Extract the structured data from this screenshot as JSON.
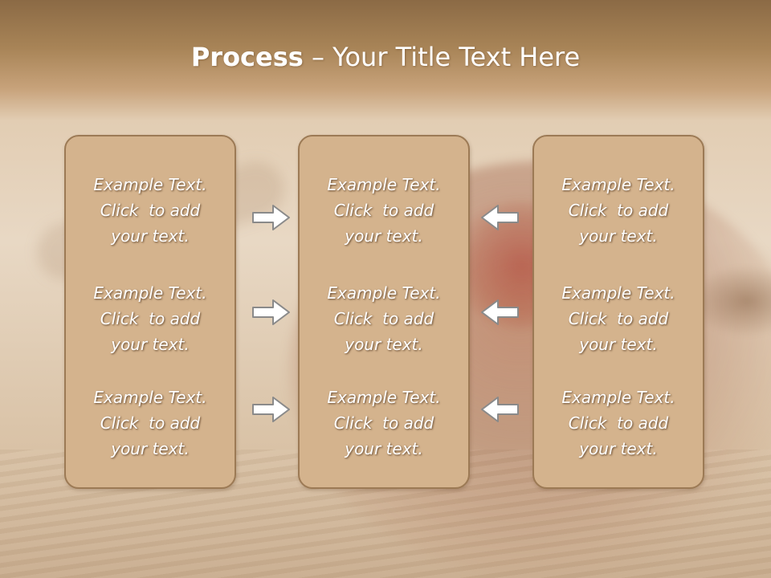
{
  "slide": {
    "title_bold": "Process",
    "title_rest": " – Your Title Text Here"
  },
  "columns": [
    {
      "blocks": [
        {
          "line1": "Example Text.",
          "line2": "Click  to add",
          "line3": "your text."
        },
        {
          "line1": "Example Text.",
          "line2": "Click  to add",
          "line3": "your text."
        },
        {
          "line1": "Example Text.",
          "line2": "Click  to add",
          "line3": "your text."
        }
      ]
    },
    {
      "blocks": [
        {
          "line1": "Example Text.",
          "line2": "Click  to add",
          "line3": "your text."
        },
        {
          "line1": "Example Text.",
          "line2": "Click  to add",
          "line3": "your text."
        },
        {
          "line1": "Example Text.",
          "line2": "Click  to add",
          "line3": "your text."
        }
      ]
    },
    {
      "blocks": [
        {
          "line1": "Example Text.",
          "line2": "Click  to add",
          "line3": "your text."
        },
        {
          "line1": "Example Text.",
          "line2": "Click  to add",
          "line3": "your text."
        },
        {
          "line1": "Example Text.",
          "line2": "Click  to add",
          "line3": "your text."
        }
      ]
    }
  ],
  "icons": {
    "left_arrows": "arrow-right-icon",
    "right_arrows": "arrow-left-icon"
  },
  "colors": {
    "panel_fill": "#d4b38d",
    "panel_border": "#9c7a55",
    "arrow_fill": "#ffffff",
    "arrow_stroke": "#8a8a8a",
    "title_text": "#ffffff"
  }
}
